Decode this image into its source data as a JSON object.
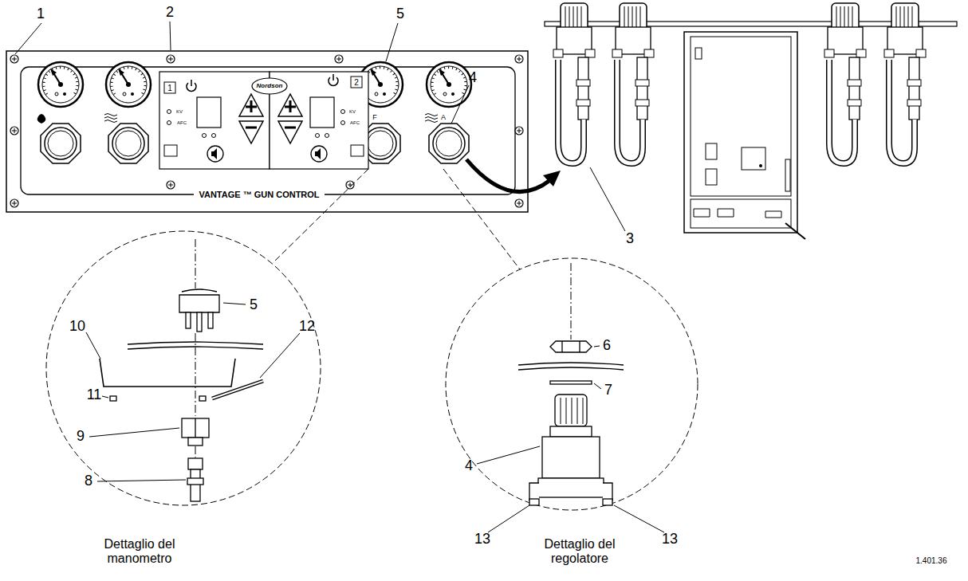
{
  "diagram": {
    "labels": [
      "1",
      "2",
      "5",
      "4",
      "3",
      "5",
      "10",
      "12",
      "11",
      "9",
      "8",
      "6",
      "7",
      "4",
      "13",
      "13",
      "Dettaglio del manometro",
      "Dettaglio del regolatore",
      "1.401.36",
      "Nordson",
      "1",
      "2",
      "F",
      "A",
      "VANTAGE ™ GUN CONTROL",
      "KV",
      "AFC",
      "KV",
      "AFC"
    ]
  }
}
